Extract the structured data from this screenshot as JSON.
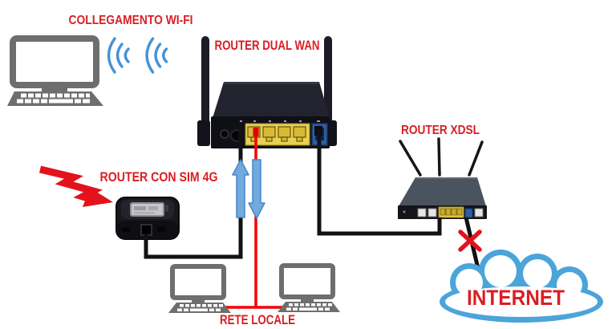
{
  "diagram": {
    "type": "network-topology",
    "labels": {
      "wifi_link": "COLLEGAMENTO WI-FI",
      "router_dual_wan": "ROUTER DUAL WAN",
      "router_sim_4g": "ROUTER CON SIM 4G",
      "router_xdsl": "ROUTER XDSL",
      "internet": "INTERNET",
      "local_network": "RETE LOCALE"
    },
    "nodes": [
      {
        "id": "pc-client",
        "kind": "desktop-computer",
        "label": "COLLEGAMENTO WI-FI"
      },
      {
        "id": "router-dual-wan",
        "kind": "router-2-antennas",
        "label": "ROUTER DUAL WAN"
      },
      {
        "id": "router-4g",
        "kind": "mobile-sim-router",
        "label": "ROUTER CON SIM 4G"
      },
      {
        "id": "router-xdsl",
        "kind": "router-3-antennas",
        "label": "ROUTER XDSL"
      },
      {
        "id": "lan-pcs",
        "kind": "desktop-computers",
        "label": "RETE LOCALE",
        "count": 2
      },
      {
        "id": "internet",
        "kind": "cloud",
        "label": "INTERNET"
      }
    ],
    "connections": [
      {
        "from": "router-dual-wan",
        "to": "pc-client",
        "medium": "wifi",
        "style": "blue-signal-arcs"
      },
      {
        "from": "router-4g",
        "to": "router-dual-wan",
        "medium": "cable",
        "color": "black",
        "arrow": "up"
      },
      {
        "from": "router-dual-wan",
        "to": "lan-pcs",
        "medium": "cable",
        "color": "red",
        "arrow": "down"
      },
      {
        "from": "router-dual-wan",
        "to": "router-xdsl",
        "medium": "cable",
        "color": "black"
      },
      {
        "from": "router-xdsl",
        "to": "internet",
        "medium": "cable",
        "color": "black",
        "status": "interrupted-red-x"
      }
    ],
    "colors": {
      "label_red": "#d81f24",
      "cable_red": "#f50000",
      "cable_black": "#121215",
      "arrow_blue_fill": "#72aadd",
      "arrow_blue_stroke": "#4585c9",
      "wifi_blue": "#4692d6",
      "cloud_outline_blue": "#4ba4da",
      "computer_gray": "#6e6e6e",
      "router_dark": "#16161d",
      "xdsl_body_slate": "#4a545f",
      "port_yellow": "#e8d055",
      "port_blue": "#2d5ea6",
      "bolt_x_red": "#e3131b"
    }
  }
}
